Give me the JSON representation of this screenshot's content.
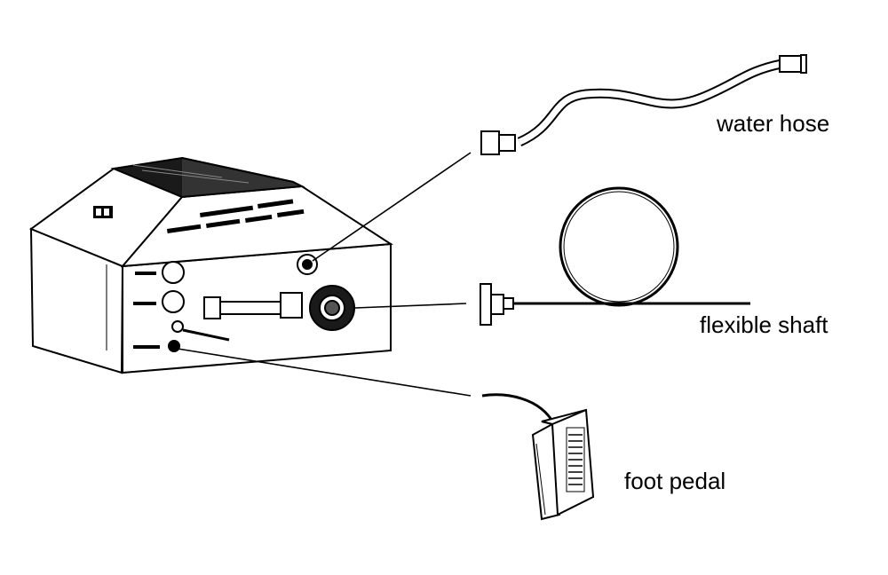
{
  "labels": {
    "water_hose": "water hose",
    "flexible_shaft": "flexible shaft",
    "foot_pedal": "foot pedal"
  },
  "colors": {
    "line": "#000000",
    "background": "#ffffff",
    "panel_dark": "#1a1a1a"
  }
}
